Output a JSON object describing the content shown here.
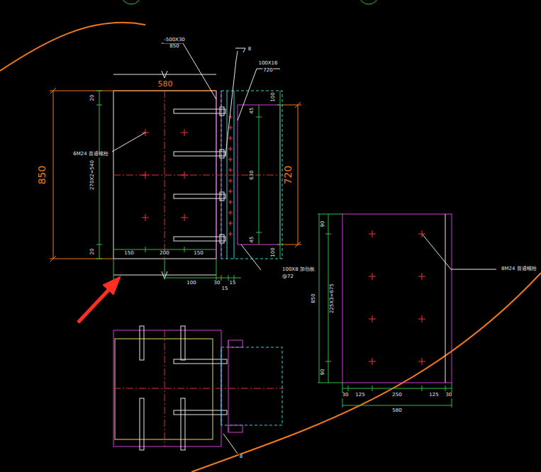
{
  "diagram": {
    "labels": [
      "-500X30",
      "850",
      "8",
      "100X16",
      "720",
      "580",
      "850",
      "720",
      "6M24 普通螺栓",
      "20",
      "270X2=540",
      "20",
      "150",
      "200",
      "150",
      "100",
      "30",
      "15",
      "15",
      "45",
      "630",
      "45",
      "100",
      "100",
      "100X8 加劲板",
      "@72",
      "8",
      "8M24 普通螺栓",
      "90",
      "225X3=675",
      "850",
      "90",
      "30",
      "125",
      "250",
      "125",
      "30",
      "580"
    ]
  }
}
